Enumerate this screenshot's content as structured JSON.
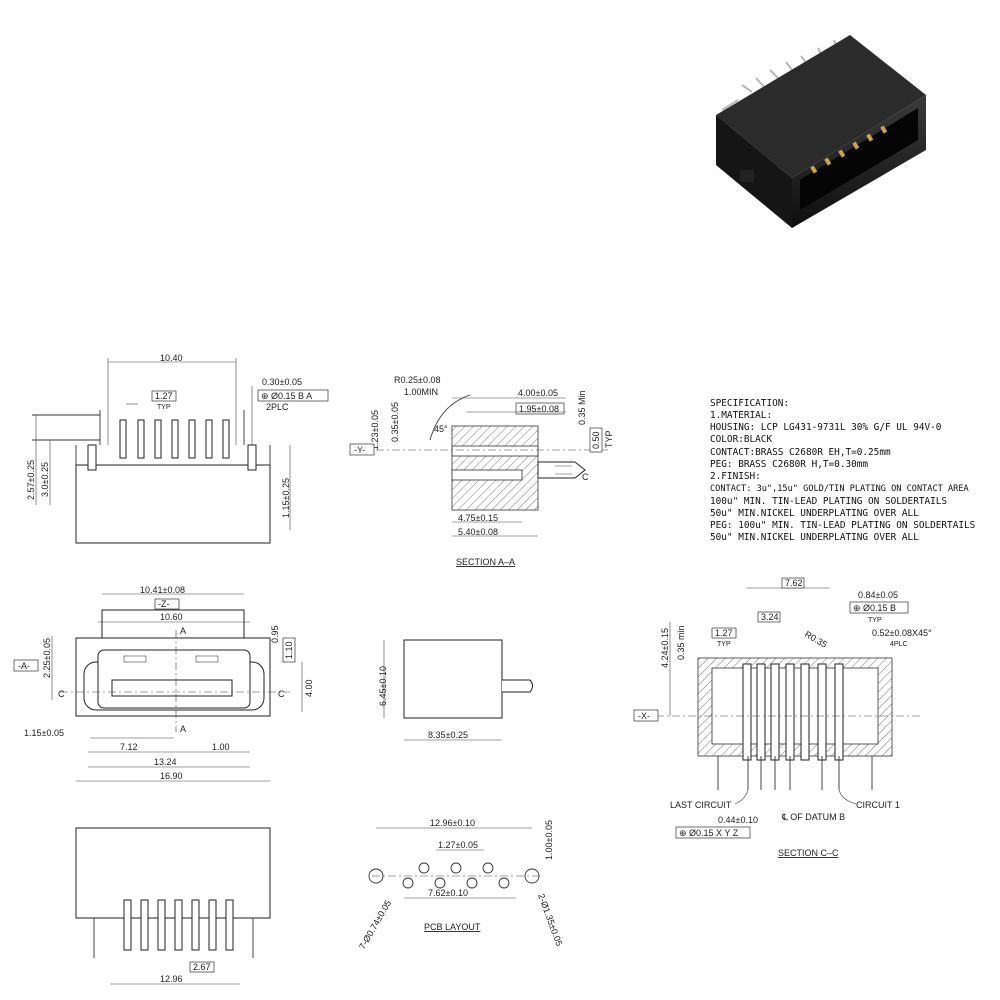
{
  "spec": {
    "lines": [
      "SPECIFICATION:",
      "1.MATERIAL:",
      "HOUSING: LCP LG431-9731L 30% G/F UL 94V-0",
      "COLOR:BLACK",
      "CONTACT:BRASS C2680R EH,T=0.25mm",
      "PEG: BRASS C2680R H,T=0.30mm",
      "2.FINISH:",
      "CONTACT: 3u\",15u\" GOLD/TIN PLATING ON CONTACT AREA",
      "100u\" MIN. TIN-LEAD PLATING ON SOLDERTAILS",
      "50u\" MIN.NICKEL UNDERPLATING OVER ALL",
      "PEG: 100u\" MIN. TIN-LEAD PLATING ON SOLDERTAILS",
      "50u\" MIN.NICKEL UNDERPLATING OVER ALL"
    ]
  },
  "front_view": {
    "width": "10.40",
    "pitch": "1.27",
    "pitch_note": "TYP",
    "peg_thk": "0.30±0.05",
    "fcf": "⊕ Ø0.15 B A",
    "plc": "2PLC",
    "h1": "2.57±0.25",
    "h2": "3.0±0.25",
    "h3": "1.15±0.25"
  },
  "section_aa": {
    "caption": "SECTION A–A",
    "r": "R0.25±0.08",
    "min": "1.00MIN",
    "d1": "4.00±0.05",
    "d2": "1.95±0.08",
    "d3": "0.35 Min",
    "v1": "1.23±0.05",
    "v2": "0.35±0.05",
    "angle": "45°",
    "y": "-Y-",
    "t": "0.50",
    "typ": "TYP",
    "c": "C",
    "b1": "4.75±0.15",
    "b2": "5.40±0.08"
  },
  "plan_view": {
    "top": "10.41±0.08",
    "z": "-Z-",
    "w": "10.60",
    "a": "A",
    "h": "2.25±0.05",
    "r1": "0.95",
    "r2": "1.10",
    "r3": "4.00",
    "c": "C",
    "x": "-A-",
    "left": "1.15±0.05",
    "d1": "7.12",
    "d2": "1.00",
    "d3": "13.24",
    "d4": "16.90"
  },
  "side_view": {
    "h": "6.45±0.10",
    "w": "8.35±0.25"
  },
  "section_cc": {
    "caption": "SECTION C–C",
    "p": "7.62",
    "p2": "3.24",
    "pitch": "1.27",
    "typ": "TYP",
    "r": "R0.35",
    "peg": "0.84±0.05",
    "fcf": "⊕ Ø0.15 B",
    "typ2": "TYP",
    "ch": "0.52±0.08X45°",
    "plc": "4PLC",
    "h": "4.24±0.15",
    "m": "0.35 min",
    "x": "-X-",
    "last": "LAST CIRCUIT",
    "first": "CIRCUIT 1",
    "datum": "℄ OF DATUM B",
    "d": "0.44±0.10",
    "fcf2": "⊕ Ø0.15 X Y Z"
  },
  "bottom_view": {
    "p": "2.67",
    "w": "12.96"
  },
  "pcb": {
    "caption": "PCB LAYOUT",
    "w": "12.96±0.10",
    "p": "1.27±0.05",
    "s": "7.62±0.10",
    "v": "1.00±0.05",
    "h1": "7-Ø0.74±0.05",
    "h2": "2-Ø1.35±0.05"
  },
  "colors": {
    "line": "#333333",
    "housing": "#1b1b1b",
    "gold": "#c9a44a"
  }
}
